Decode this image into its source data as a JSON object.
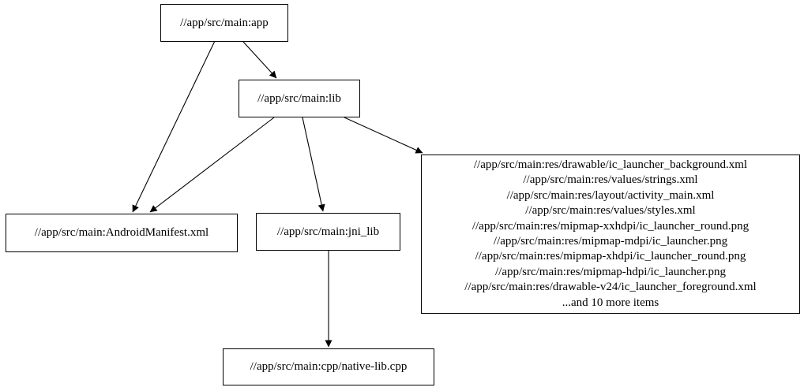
{
  "diagram": {
    "type": "directed-dependency-graph",
    "background_color": "#ffffff",
    "node_border_color": "#000000",
    "text_color": "#000000",
    "nodes": {
      "app": {
        "label": "//app/src/main:app"
      },
      "lib": {
        "label": "//app/src/main:lib"
      },
      "manifest": {
        "label": "//app/src/main:AndroidManifest.xml"
      },
      "jni_lib": {
        "label": "//app/src/main:jni_lib"
      },
      "resources": {
        "lines": [
          "//app/src/main:res/drawable/ic_launcher_background.xml",
          "//app/src/main:res/values/strings.xml",
          "//app/src/main:res/layout/activity_main.xml",
          "//app/src/main:res/values/styles.xml",
          "//app/src/main:res/mipmap-xxhdpi/ic_launcher_round.png",
          "//app/src/main:res/mipmap-mdpi/ic_launcher.png",
          "//app/src/main:res/mipmap-xhdpi/ic_launcher_round.png",
          "//app/src/main:res/mipmap-hdpi/ic_launcher.png",
          "//app/src/main:res/drawable-v24/ic_launcher_foreground.xml",
          "...and 10 more items"
        ]
      },
      "native_cpp": {
        "label": "//app/src/main:cpp/native-lib.cpp"
      }
    },
    "edges": [
      {
        "from": "app",
        "to": "manifest"
      },
      {
        "from": "app",
        "to": "lib"
      },
      {
        "from": "lib",
        "to": "manifest"
      },
      {
        "from": "lib",
        "to": "jni_lib"
      },
      {
        "from": "lib",
        "to": "resources"
      },
      {
        "from": "jni_lib",
        "to": "native_cpp"
      }
    ]
  }
}
